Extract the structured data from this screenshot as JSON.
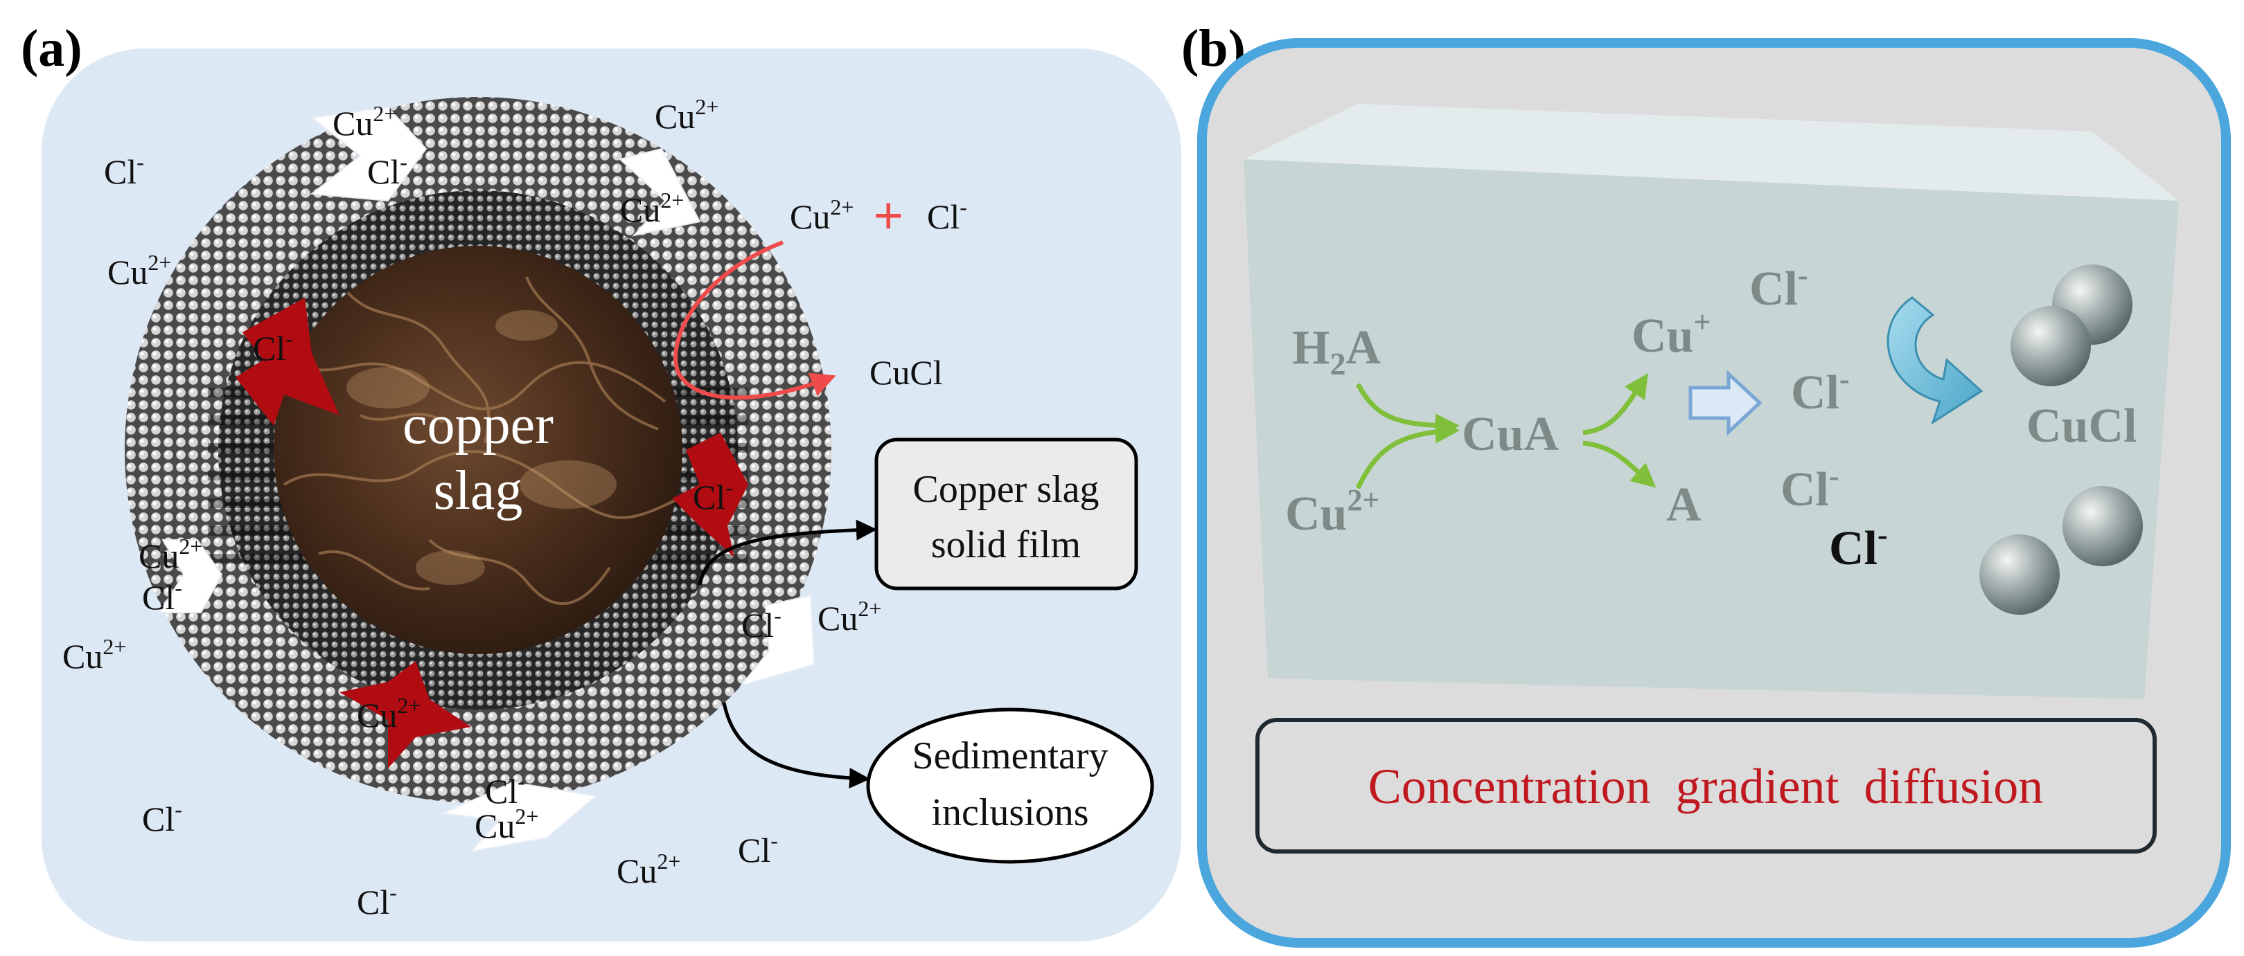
{
  "panel_a": {
    "label": "(a)",
    "core_label_line1": "copper",
    "core_label_line2": "slag",
    "callout_film_line1": "Copper slag",
    "callout_film_line2": "solid film",
    "callout_sediment_line1": "Sedimentary",
    "callout_sediment_line2": "inclusions",
    "reaction_cu": "Cu",
    "reaction_cu_charge": "2+",
    "reaction_plus": "+",
    "reaction_cl": "Cl",
    "reaction_cl_charge": "-",
    "reaction_product": "CuCl",
    "ions": [
      {
        "symbol": "Cu",
        "charge": "2+"
      },
      {
        "symbol": "Cl",
        "charge": "-"
      },
      {
        "symbol": "Cu",
        "charge": "2+"
      },
      {
        "symbol": "Cl",
        "charge": "-"
      },
      {
        "symbol": "Cu",
        "charge": "2+"
      },
      {
        "symbol": "Cu",
        "charge": "2+"
      },
      {
        "symbol": "Cl",
        "charge": "-"
      },
      {
        "symbol": "Cl",
        "charge": "-"
      },
      {
        "symbol": "Cu",
        "charge": "2+"
      },
      {
        "symbol": "Cl",
        "charge": "-"
      },
      {
        "symbol": "Cu",
        "charge": "2+"
      },
      {
        "symbol": "Cl",
        "charge": "-"
      },
      {
        "symbol": "Cu",
        "charge": "2+"
      },
      {
        "symbol": "Cl",
        "charge": "-"
      },
      {
        "symbol": "Cu",
        "charge": "2+"
      },
      {
        "symbol": "Cl",
        "charge": "-"
      },
      {
        "symbol": "Cu",
        "charge": "2+"
      },
      {
        "symbol": "Cl",
        "charge": "-"
      },
      {
        "symbol": "Cl",
        "charge": "-"
      },
      {
        "symbol": "Cu",
        "charge": "2+"
      },
      {
        "symbol": "Cl",
        "charge": "-"
      },
      {
        "symbol": "Cu",
        "charge": "2+"
      }
    ]
  },
  "panel_b": {
    "label": "(b)",
    "h2a_h": "H",
    "h2a_sub": "2",
    "h2a_a": "A",
    "cu2_symbol": "Cu",
    "cu2_charge": "2+",
    "cua": "CuA",
    "cu_plus_symbol": "Cu",
    "cu_plus_charge": "+",
    "a": "A",
    "cl_symbol": "Cl",
    "cl_charge": "-",
    "cucl": "CuCl",
    "caption": "Concentration  gradient  diffusion"
  },
  "colors": {
    "panel_a_bg": "#dde8f5",
    "panel_b_border": "#4aa6dc",
    "panel_b_bg": "#dcdcdc",
    "box_face": "#c7d5d5",
    "red_arrow": "#b00c12",
    "green_arrow": "#7fbf3a",
    "caption_red": "#c0181f",
    "reaction_red": "#ef4b4b"
  }
}
